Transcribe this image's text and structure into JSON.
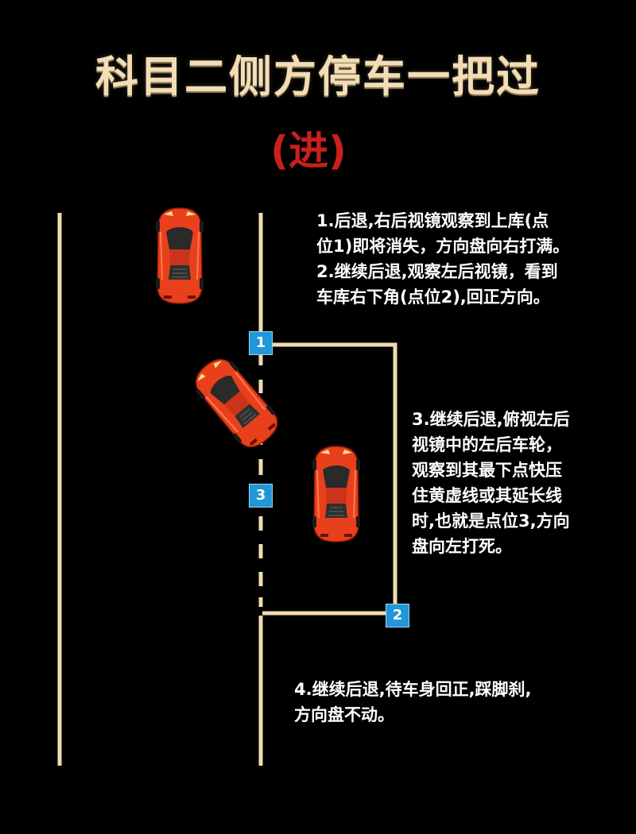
{
  "title": "科目二侧方停车一把过",
  "subtitle": "(进)",
  "notes": [
    {
      "lines": [
        "1.后退,右后视镜观察到上库(点",
        "位1)即将消失，方向盘向右打满。",
        "2.继续后退,观察左后视镜，看到",
        "车库右下角(点位2),回正方向。"
      ]
    },
    {
      "lines": [
        "3.继续后退,俯视左后",
        "视镜中的左后车轮，",
        "观察到其最下点快压",
        "住黄虚线或其延长线",
        "时,也就是点位3,方向",
        "盘向左打死。"
      ]
    },
    {
      "lines": [
        "4.继续后退,待车身回正,踩脚刹,",
        "方向盘不动。"
      ]
    }
  ],
  "markers": {
    "point_1": "1",
    "point_2": "2",
    "point_3": "3"
  },
  "colors": {
    "background": "#000000",
    "title": "#f3ddb6",
    "subtitle": "#c8201d",
    "lane_line": "#f1dcae",
    "car_body": "#e8401c",
    "marker": "#2196d8"
  },
  "icons": [
    "red-sports-car-icon"
  ]
}
